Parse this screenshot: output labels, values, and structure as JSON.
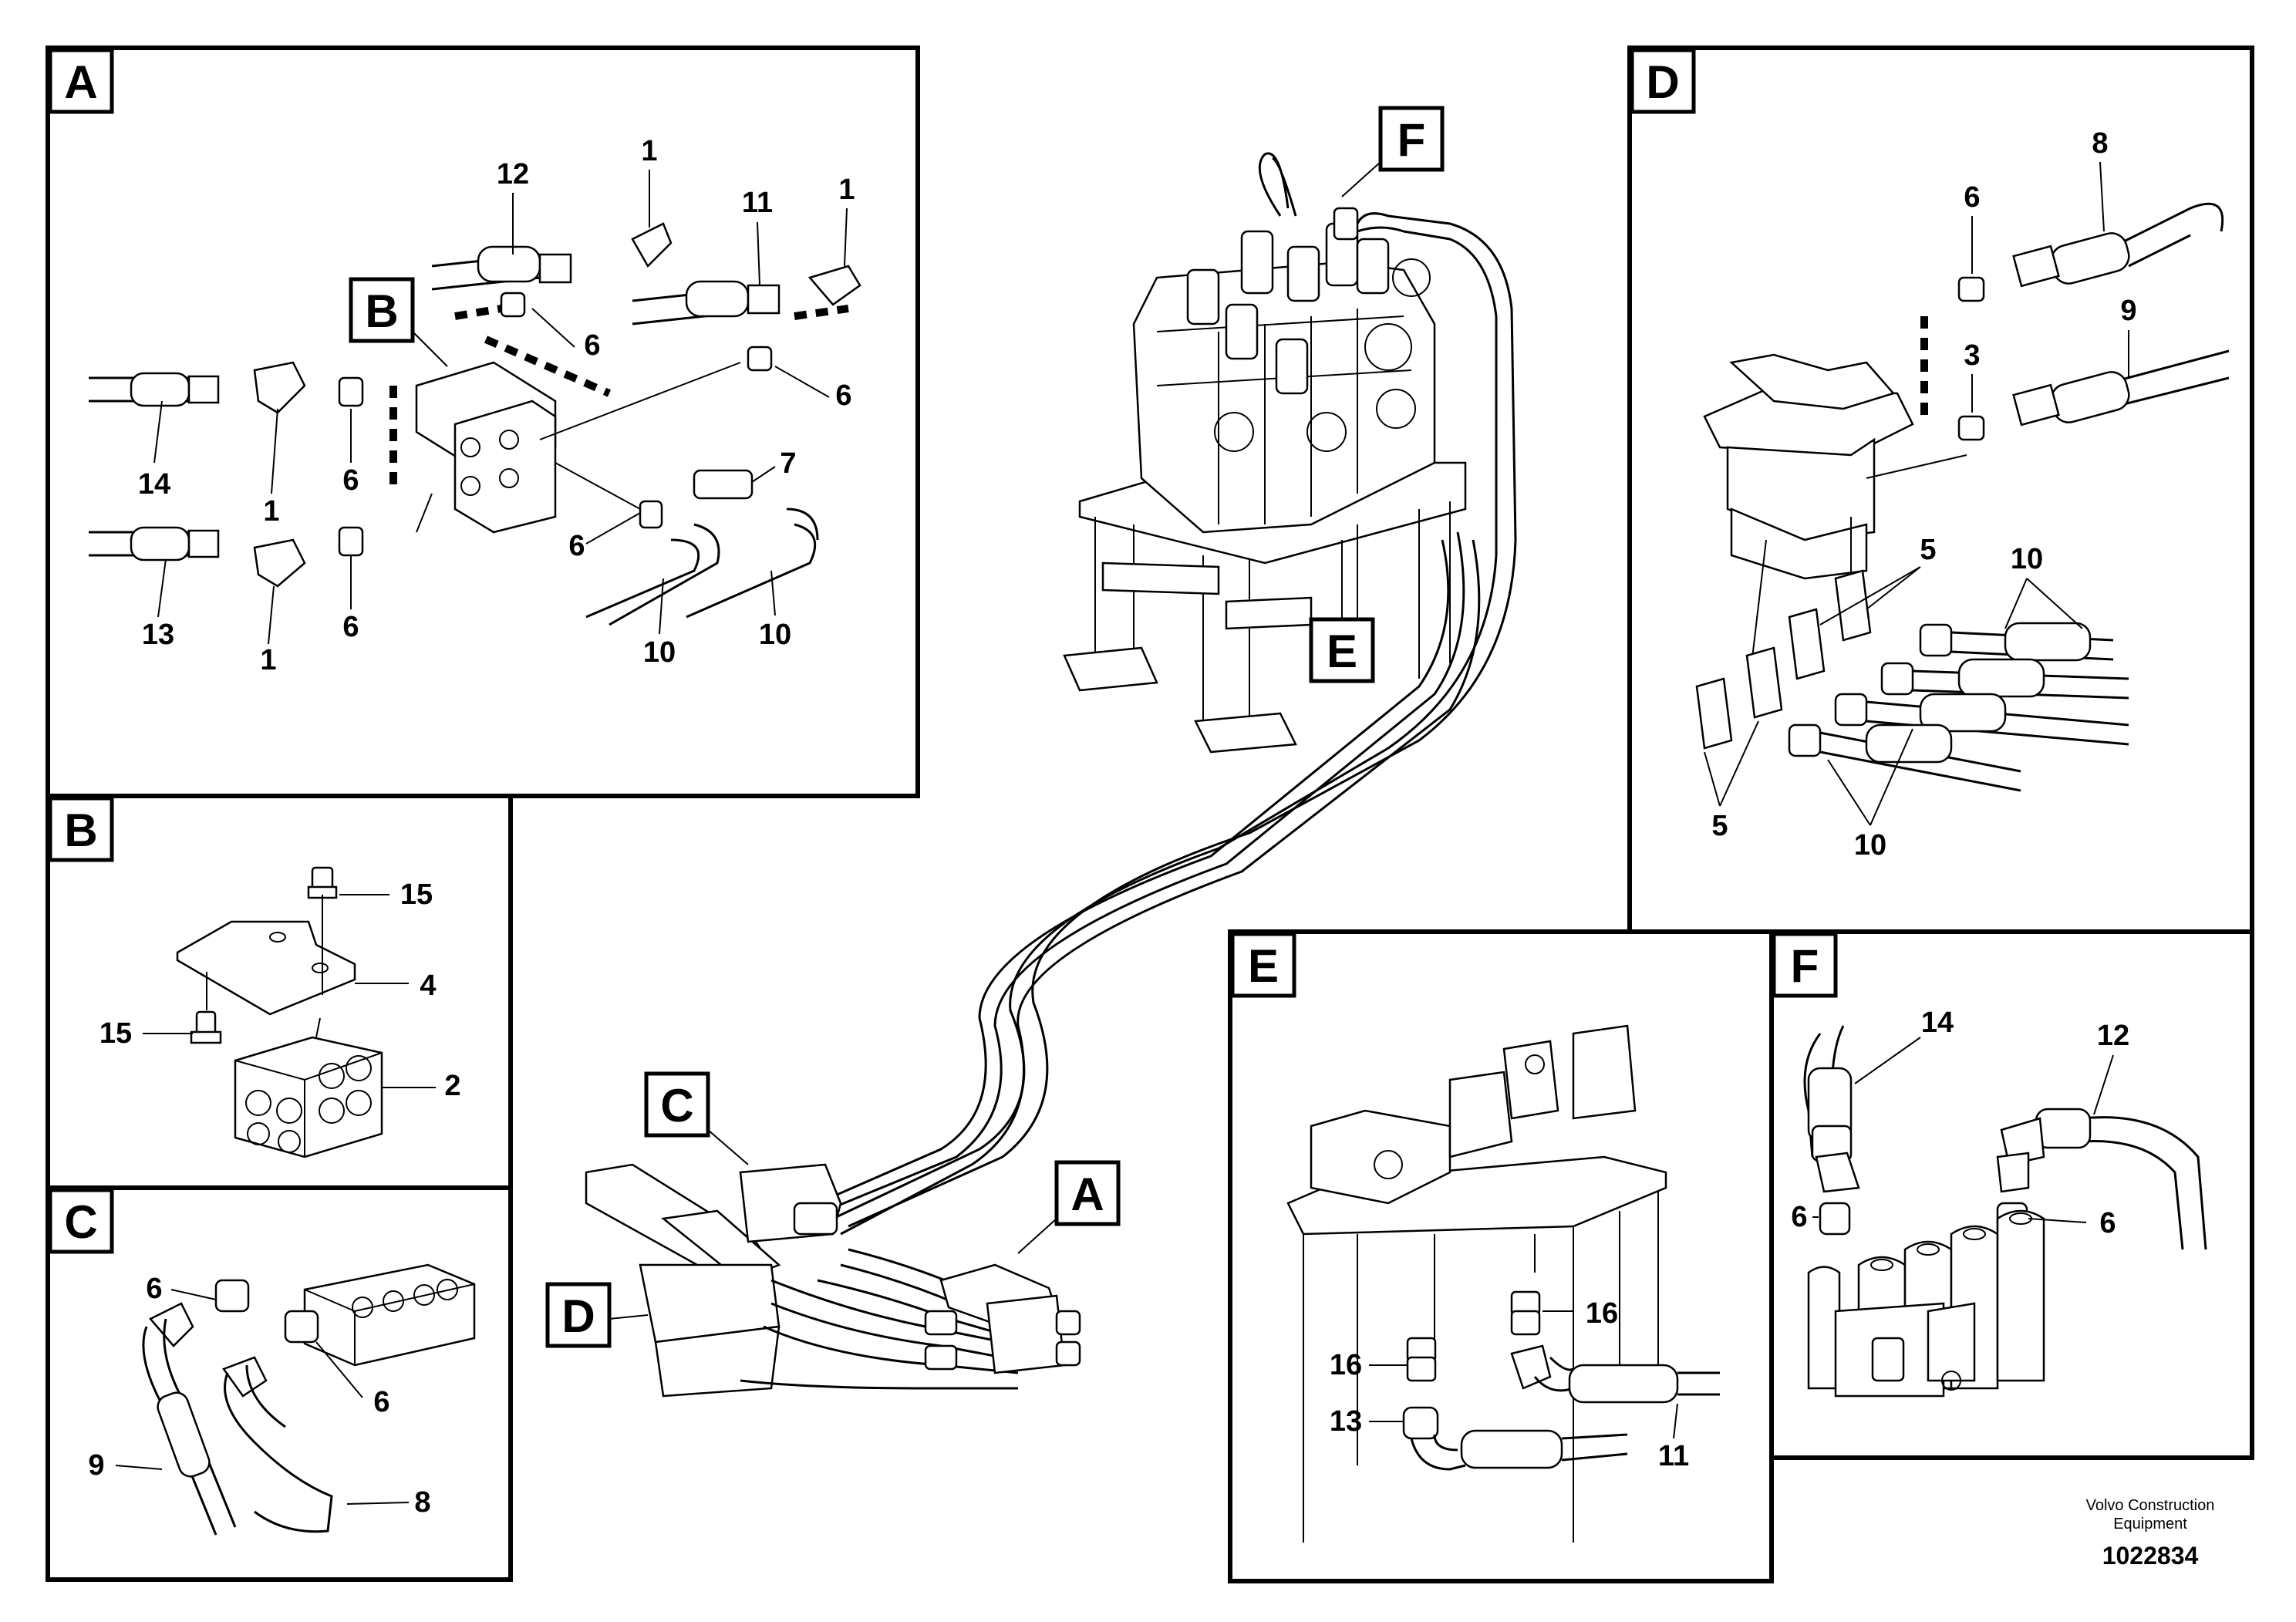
{
  "sections": {
    "A": {
      "letter": "A",
      "labels": [
        "12",
        "1",
        "11",
        "1",
        "6",
        "6",
        "14",
        "1",
        "6",
        "7",
        "6",
        "13",
        "1",
        "6",
        "10",
        "10"
      ]
    },
    "B": {
      "letter": "B",
      "labels": [
        "15",
        "4",
        "15",
        "2"
      ]
    },
    "C": {
      "letter": "C",
      "labels": [
        "6",
        "6",
        "9",
        "8"
      ]
    },
    "D": {
      "letter": "D",
      "labels": [
        "8",
        "6",
        "9",
        "3",
        "5",
        "10",
        "5",
        "10"
      ]
    },
    "E": {
      "letter": "E",
      "labels": [
        "16",
        "16",
        "13",
        "11"
      ]
    },
    "F": {
      "letter": "F",
      "labels": [
        "14",
        "12",
        "6",
        "6"
      ]
    }
  },
  "main": {
    "callouts": [
      "F",
      "E",
      "C",
      "A",
      "D",
      "B"
    ]
  },
  "footer": {
    "brand_line1": "Volvo Construction",
    "brand_line2": "Equipment",
    "doc_number": "1022834"
  }
}
